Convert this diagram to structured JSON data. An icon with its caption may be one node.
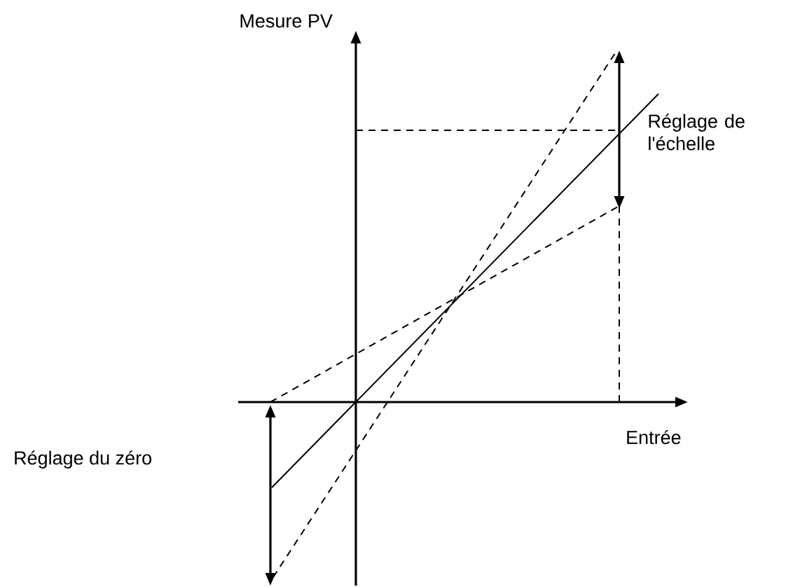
{
  "diagram": {
    "labels": [
      "Mesure PV",
      "Réglage de l'échelle",
      "Entrée",
      "Réglage du zéro"
    ]
  }
}
